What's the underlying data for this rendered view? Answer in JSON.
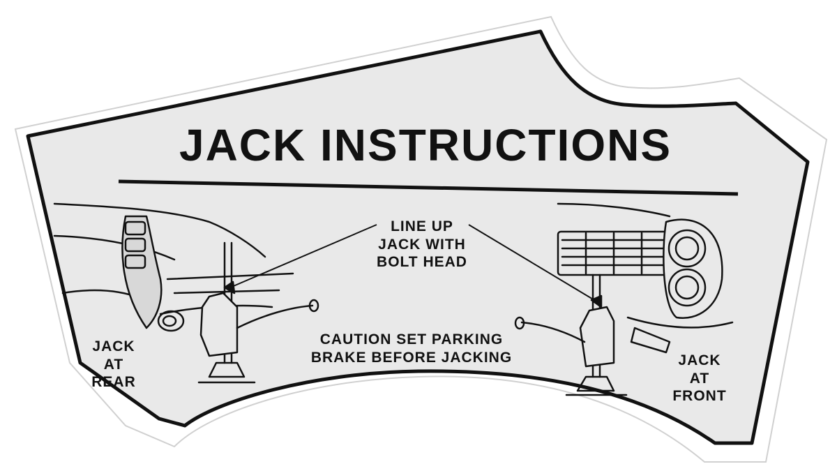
{
  "decal": {
    "title": "JACK INSTRUCTIONS",
    "align_note": [
      "LINE UP",
      "JACK WITH",
      "BOLT HEAD"
    ],
    "caution": [
      "CAUTION SET PARKING",
      "BRAKE BEFORE JACKING"
    ],
    "rear_label": [
      "JACK",
      "AT",
      "REAR"
    ],
    "front_label": [
      "JACK",
      "AT",
      "FRONT"
    ]
  },
  "colors": {
    "background": "#ffffff",
    "decal_fill": "#e9e9e9",
    "ink": "#111111"
  },
  "illustrations": [
    "rear-bumper-jack-illustration",
    "front-bumper-jack-illustration"
  ]
}
